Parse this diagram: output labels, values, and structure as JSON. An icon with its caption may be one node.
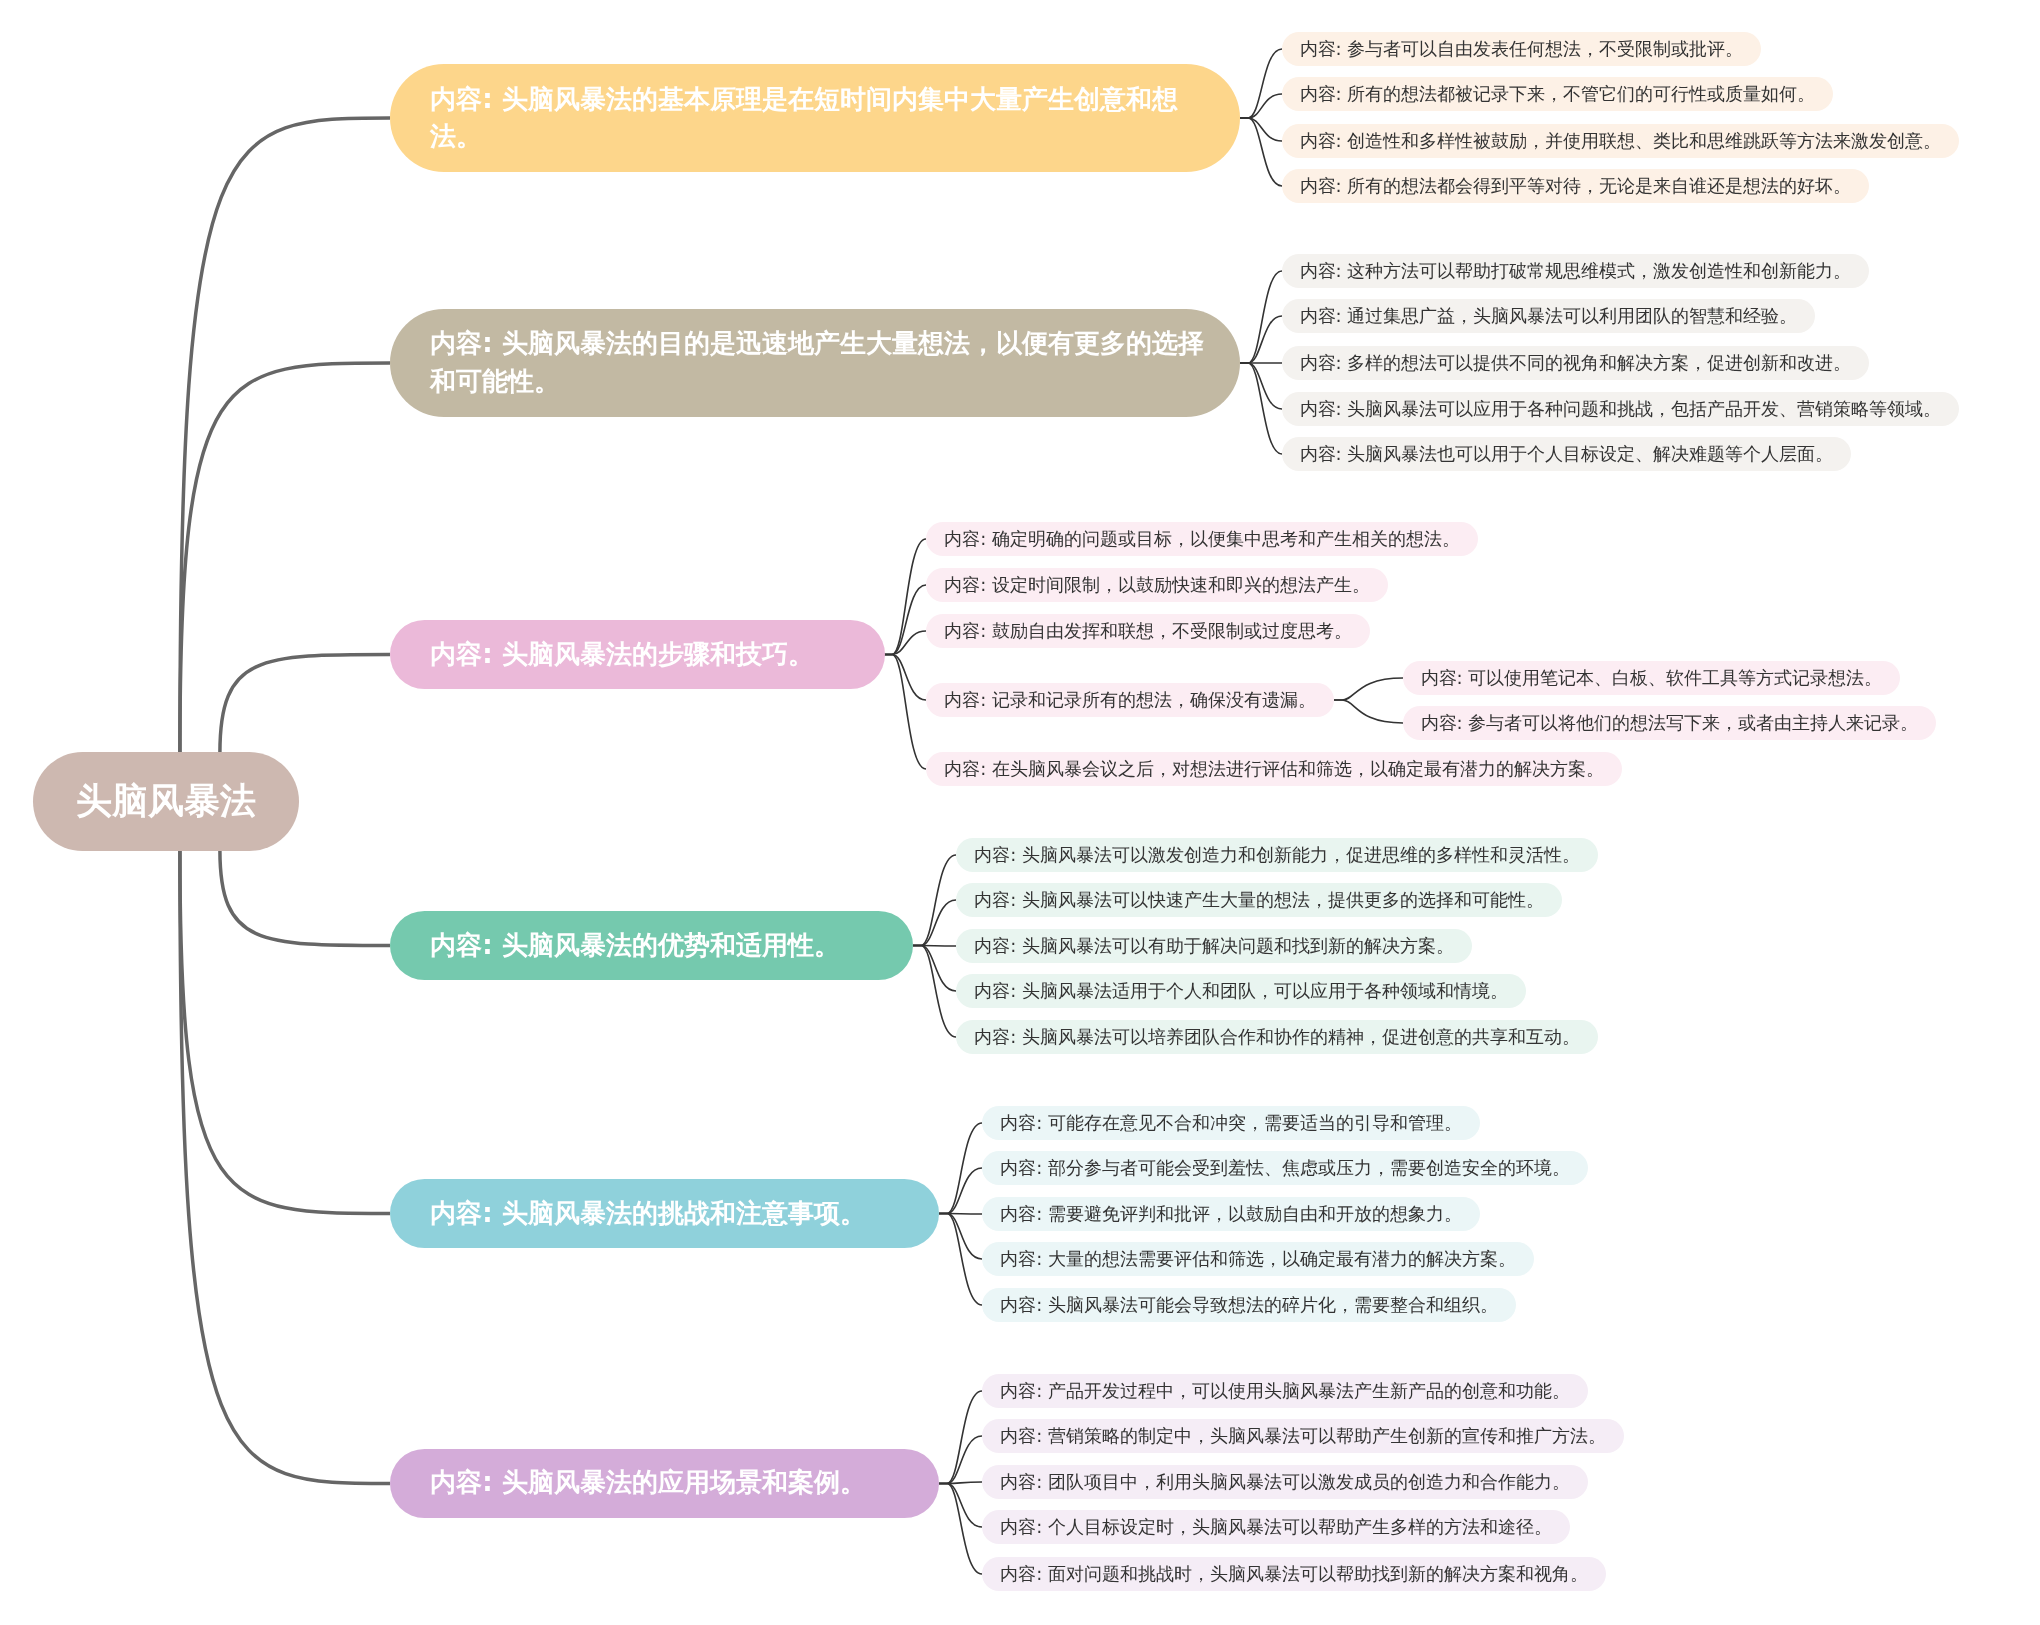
{
  "diagram": {
    "nodes": [
      {
        "text": [
          "头脑风暴法"
        ]
      },
      {
        "text": [
          "内容: 头脑风暴法的基本原理是在短时间内集中大量产生创意和想法。"
        ]
      },
      {
        "text": [
          "内容: 参与者可以自由发表任何想法，不受限制或批评。"
        ]
      },
      {
        "text": [
          "内容: 所有的想法都被记录下来，不管它们的可行性或质量如何。"
        ]
      },
      {
        "text": [
          "内容: 创造性和多样性被鼓励，并使用联想、类比和思维跳跃等方法来激发创意。"
        ]
      },
      {
        "text": [
          "内容: 所有的想法都会得到平等对待，无论是来自谁还是想法的好坏。"
        ]
      },
      {
        "text": [
          "内容: 头脑风暴法的目的是迅速地产生大量想法，以便有更多的选择和可能性。"
        ]
      },
      {
        "text": [
          "内容: 这种方法可以帮助打破常规思维模式，激发创造性和创新能力。"
        ]
      },
      {
        "text": [
          "内容: 通过集思广益，头脑风暴法可以利用团队的智慧和经验。"
        ]
      },
      {
        "text": [
          "内容: 多样的想法可以提供不同的视角和解决方案，促进创新和改进。"
        ]
      },
      {
        "text": [
          "内容: 头脑风暴法可以应用于各种问题和挑战，包括产品开发、营销策略等领域。"
        ]
      },
      {
        "text": [
          "内容: 头脑风暴法也可以用于个人目标设定、解决难题等个人层面。"
        ]
      },
      {
        "text": [
          "内容: 头脑风暴法的步骤和技巧。"
        ]
      },
      {
        "text": [
          "内容: 确定明确的问题或目标，以便集中思考和产生相关的想法。"
        ]
      },
      {
        "text": [
          "内容: 设定时间限制，以鼓励快速和即兴的想法产生。"
        ]
      },
      {
        "text": [
          "内容: 鼓励自由发挥和联想，不受限制或过度思考。"
        ]
      },
      {
        "text": [
          "内容: 记录和记录所有的想法，确保没有遗漏。"
        ]
      },
      {
        "text": [
          "内容: 可以使用笔记本、白板、软件工具等方式记录想法。"
        ]
      },
      {
        "text": [
          "内容: 参与者可以将他们的想法写下来，或者由主持人来记录。"
        ]
      },
      {
        "text": [
          "内容: 在头脑风暴会议之后，对想法进行评估和筛选，以确定最有潜力的解决方案。"
        ]
      },
      {
        "text": [
          "内容: 头脑风暴法的优势和适用性。"
        ]
      },
      {
        "text": [
          "内容: 头脑风暴法可以激发创造力和创新能力，促进思维的多样性和灵活性。"
        ]
      },
      {
        "text": [
          "内容: 头脑风暴法可以快速产生大量的想法，提供更多的选择和可能性。"
        ]
      },
      {
        "text": [
          "内容: 头脑风暴法可以有助于解决问题和找到新的解决方案。"
        ]
      },
      {
        "text": [
          "内容: 头脑风暴法适用于个人和团队，可以应用于各种领域和情境。"
        ]
      },
      {
        "text": [
          "内容: 头脑风暴法可以培养团队合作和协作的精神，促进创意的共享和互动。"
        ]
      },
      {
        "text": [
          "内容: 头脑风暴法的挑战和注意事项。"
        ]
      },
      {
        "text": [
          "内容: 可能存在意见不合和冲突，需要适当的引导和管理。"
        ]
      },
      {
        "text": [
          "内容: 部分参与者可能会受到羞怯、焦虑或压力，需要创造安全的环境。"
        ]
      },
      {
        "text": [
          "内容: 需要避免评判和批评，以鼓励自由和开放的想象力。"
        ]
      },
      {
        "text": [
          "内容: 大量的想法需要评估和筛选，以确定最有潜力的解决方案。"
        ]
      },
      {
        "text": [
          "内容: 头脑风暴法可能会导致想法的碎片化，需要整合和组织。"
        ]
      },
      {
        "text": [
          "内容: 头脑风暴法的应用场景和案例。"
        ]
      },
      {
        "text": [
          "内容: 产品开发过程中，可以使用头脑风暴法产生新产品的创意和功能。"
        ]
      },
      {
        "text": [
          "内容: 营销策略的制定中，头脑风暴法可以帮助产生创新的宣传和推广方法。"
        ]
      },
      {
        "text": [
          "内容: 团队项目中，利用头脑风暴法可以激发成员的创造力和合作能力。"
        ]
      },
      {
        "text": [
          "内容: 个人目标设定时，头脑风暴法可以帮助产生多样的方法和途径。"
        ]
      },
      {
        "text": [
          "内容: 面对问题和挑战时，头脑风暴法可以帮助找到新的解决方案和视角。"
        ]
      }
    ],
    "edges": [
      {
        "from": 0,
        "to": 1,
        "arrow": "none"
      },
      {
        "from": 0,
        "to": 6,
        "arrow": "none"
      },
      {
        "from": 0,
        "to": 12,
        "arrow": "none"
      },
      {
        "from": 0,
        "to": 20,
        "arrow": "none"
      },
      {
        "from": 0,
        "to": 26,
        "arrow": "none"
      },
      {
        "from": 0,
        "to": 32,
        "arrow": "none"
      },
      {
        "from": 1,
        "to": 2,
        "arrow": "none"
      },
      {
        "from": 1,
        "to": 3,
        "arrow": "none"
      },
      {
        "from": 1,
        "to": 4,
        "arrow": "none"
      },
      {
        "from": 1,
        "to": 5,
        "arrow": "none"
      },
      {
        "from": 6,
        "to": 7,
        "arrow": "none"
      },
      {
        "from": 6,
        "to": 8,
        "arrow": "none"
      },
      {
        "from": 6,
        "to": 9,
        "arrow": "none"
      },
      {
        "from": 6,
        "to": 10,
        "arrow": "none"
      },
      {
        "from": 6,
        "to": 11,
        "arrow": "none"
      },
      {
        "from": 12,
        "to": 13,
        "arrow": "none"
      },
      {
        "from": 12,
        "to": 14,
        "arrow": "none"
      },
      {
        "from": 12,
        "to": 15,
        "arrow": "none"
      },
      {
        "from": 12,
        "to": 16,
        "arrow": "none"
      },
      {
        "from": 16,
        "to": 17,
        "arrow": "none"
      },
      {
        "from": 16,
        "to": 18,
        "arrow": "none"
      },
      {
        "from": 12,
        "to": 19,
        "arrow": "none"
      },
      {
        "from": 20,
        "to": 21,
        "arrow": "none"
      },
      {
        "from": 20,
        "to": 22,
        "arrow": "none"
      },
      {
        "from": 20,
        "to": 23,
        "arrow": "none"
      },
      {
        "from": 20,
        "to": 24,
        "arrow": "none"
      },
      {
        "from": 20,
        "to": 25,
        "arrow": "none"
      },
      {
        "from": 26,
        "to": 27,
        "arrow": "none"
      },
      {
        "from": 26,
        "to": 28,
        "arrow": "none"
      },
      {
        "from": 26,
        "to": 29,
        "arrow": "none"
      },
      {
        "from": 26,
        "to": 30,
        "arrow": "none"
      },
      {
        "from": 26,
        "to": 31,
        "arrow": "none"
      },
      {
        "from": 32,
        "to": 33,
        "arrow": "none"
      },
      {
        "from": 32,
        "to": 34,
        "arrow": "none"
      },
      {
        "from": 32,
        "to": 35,
        "arrow": "none"
      },
      {
        "from": 32,
        "to": 36,
        "arrow": "none"
      },
      {
        "from": 32,
        "to": 37,
        "arrow": "none"
      }
    ]
  }
}
